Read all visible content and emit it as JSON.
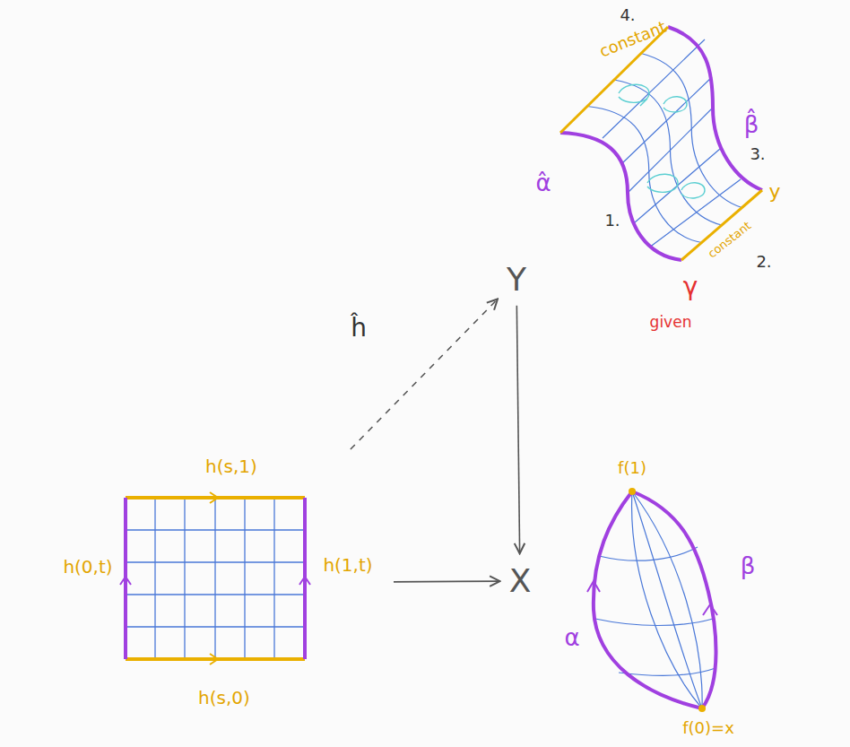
{
  "diagram": {
    "nodes": [
      {
        "text": [
          "h(s,1)",
          "h(0,t)",
          "h(1,t)",
          "h(s,0)"
        ]
      },
      {
        "text": [
          "Y"
        ]
      },
      {
        "text": [
          "X"
        ]
      }
    ],
    "edges": [
      {
        "from": 0,
        "to": 1,
        "arrow": "to",
        "label": "ĥ"
      },
      {
        "from": 1,
        "to": 2,
        "arrow": "to"
      },
      {
        "from": 0,
        "to": 2,
        "arrow": "to"
      }
    ],
    "labels": [
      "4.",
      "constant",
      "β̂",
      "3.",
      "y",
      "constant",
      "2.",
      "1.",
      "α̂",
      "γ",
      "given",
      "f(1)",
      "α",
      "β",
      "f(0)=x"
    ]
  }
}
